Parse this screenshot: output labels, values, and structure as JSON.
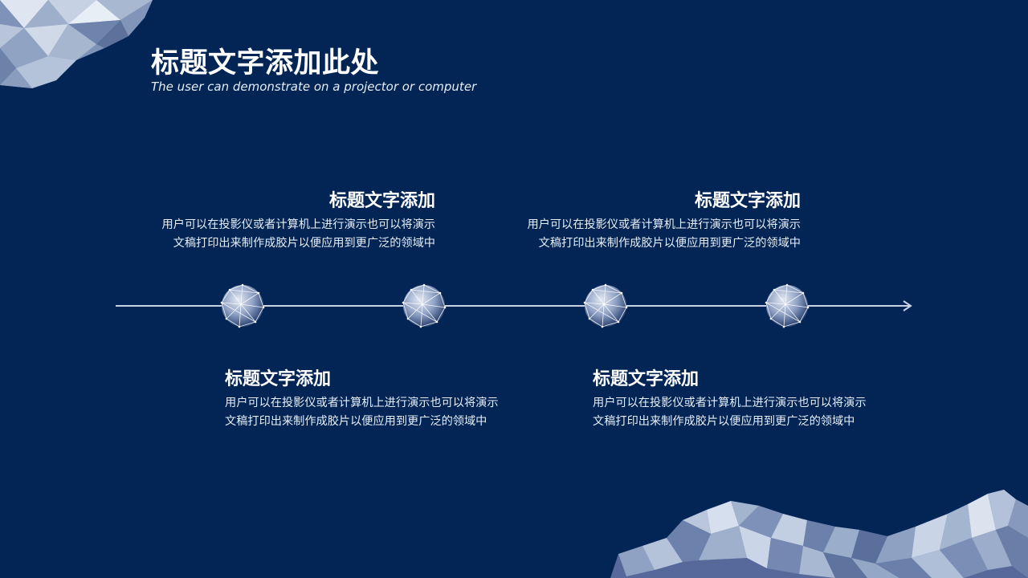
{
  "header": {
    "title": "标题文字添加此处",
    "subtitle": "The user can demonstrate on a projector or computer"
  },
  "timeline": {
    "items": [
      {
        "title": "标题文字添加",
        "body_line1": "用户可以在投影仪或者计算机上进行演示也可以将演示",
        "body_line2": "文稿打印出来制作成胶片以便应用到更广泛的领域中"
      },
      {
        "title": "标题文字添加",
        "body_line1": "用户可以在投影仪或者计算机上进行演示也可以将演示",
        "body_line2": "文稿打印出来制作成胶片以便应用到更广泛的领域中"
      },
      {
        "title": "标题文字添加",
        "body_line1": "用户可以在投影仪或者计算机上进行演示也可以将演示",
        "body_line2": "文稿打印出来制作成胶片以便应用到更广泛的领域中"
      },
      {
        "title": "标题文字添加",
        "body_line1": "用户可以在投影仪或者计算机上进行演示也可以将演示",
        "body_line2": "文稿打印出来制作成胶片以便应用到更广泛的领域中"
      }
    ]
  },
  "colors": {
    "background": "#022555",
    "line": "#c9d3e6",
    "sphere_light": "#c8d2e6",
    "sphere_dark": "#3a5486"
  },
  "icons": {
    "node": "polygon-sphere-icon",
    "arrow": "arrow-right-icon",
    "decoration": "low-poly-mountain"
  }
}
